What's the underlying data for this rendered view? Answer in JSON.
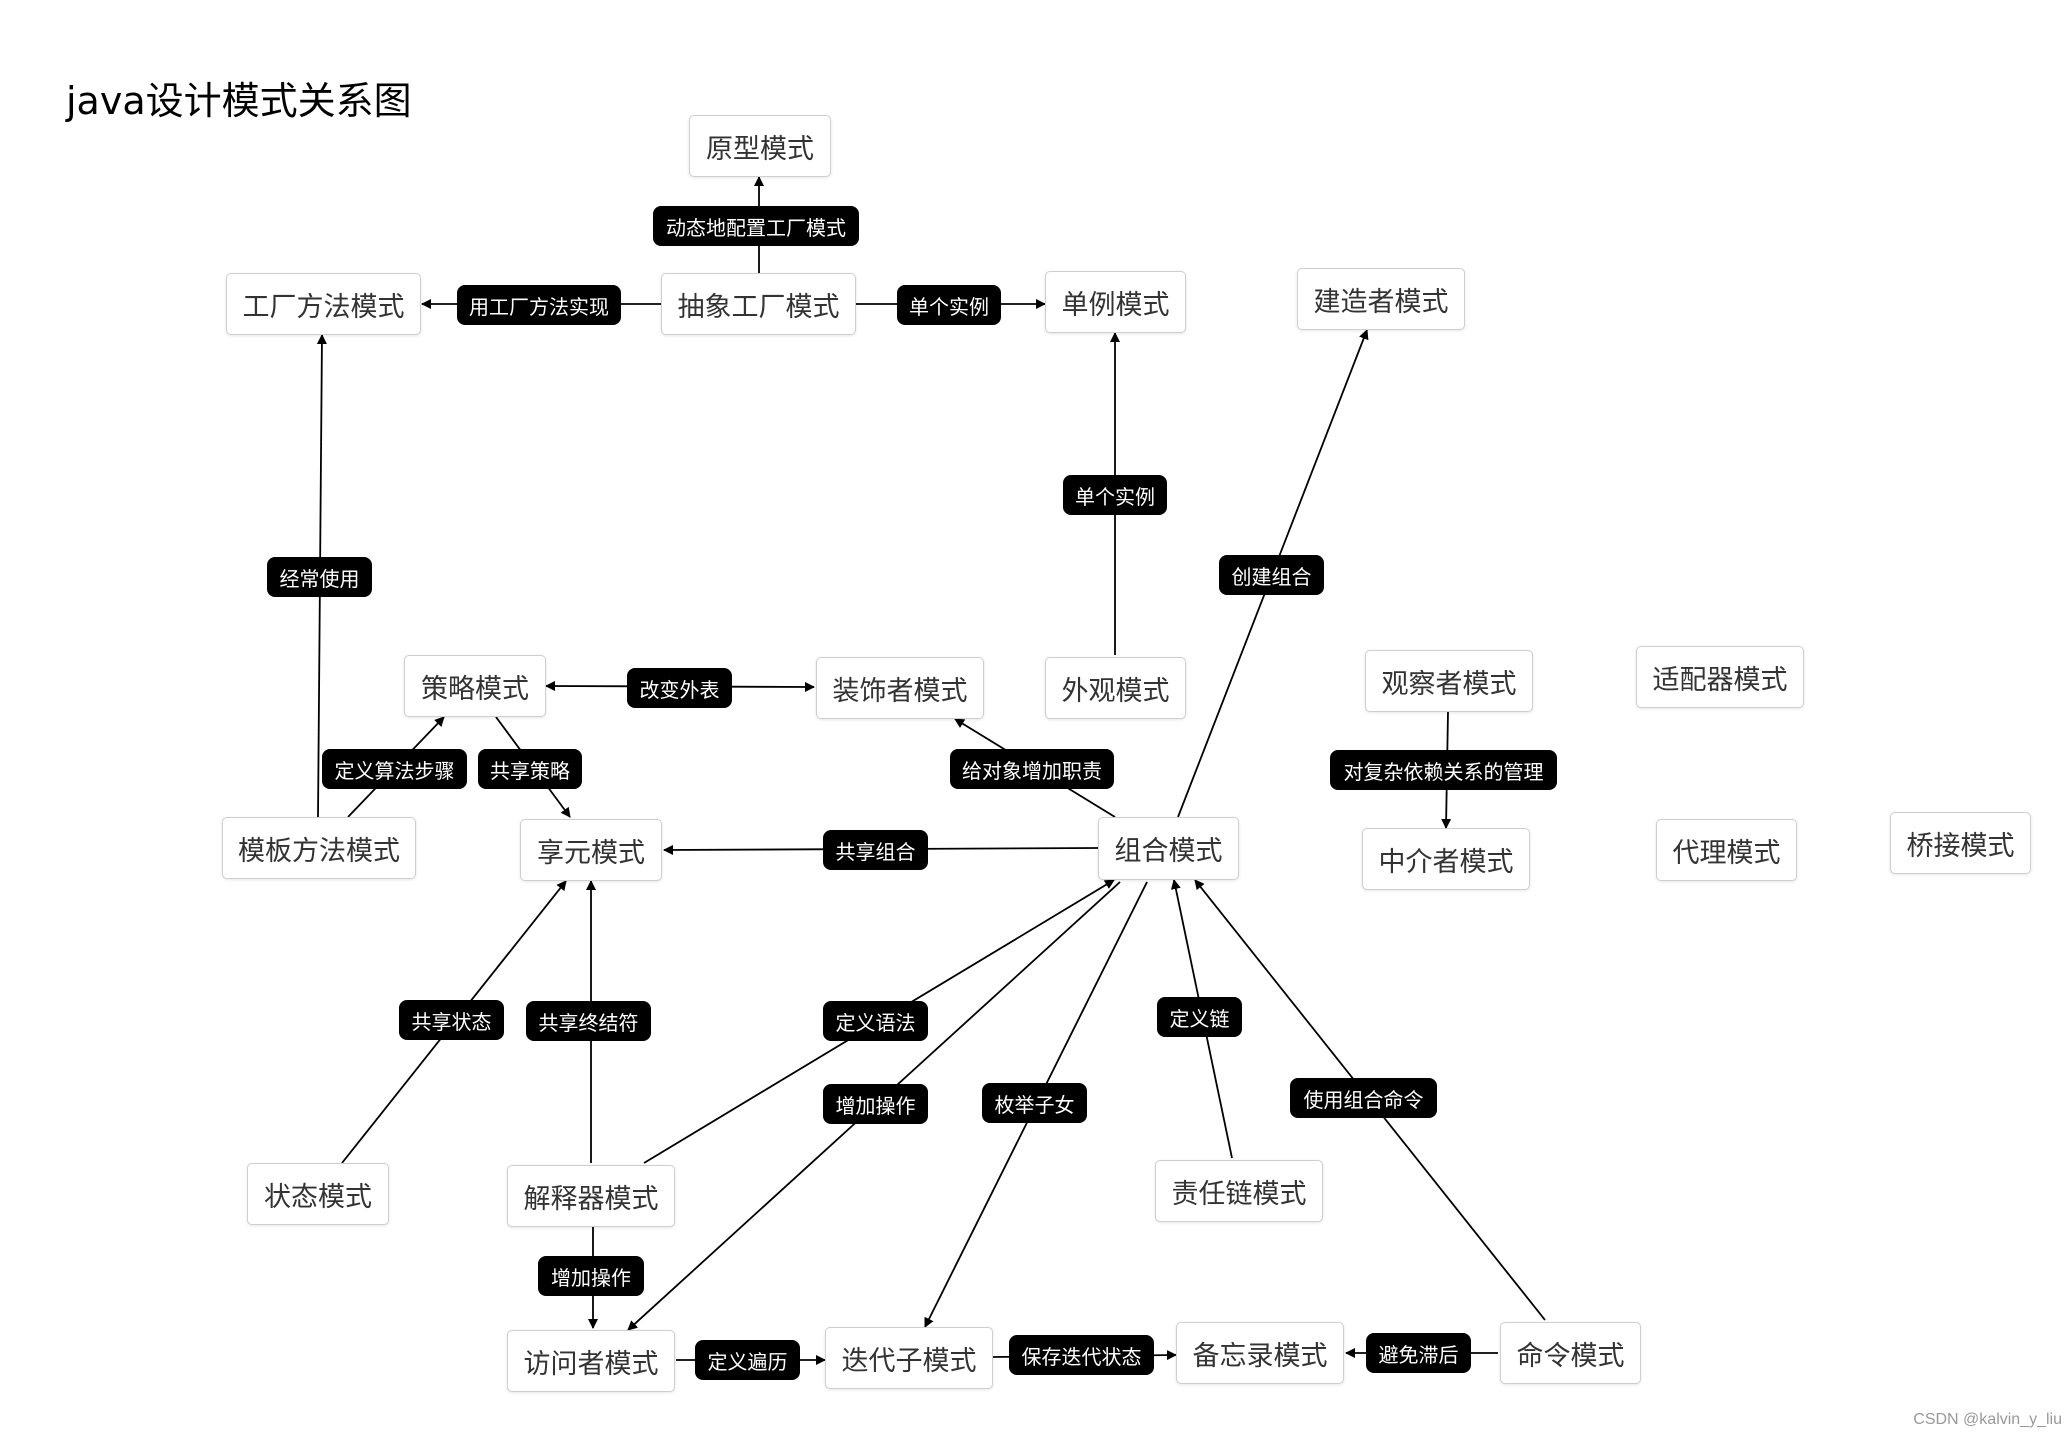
{
  "title": "java设计模式关系图",
  "watermark": "CSDN @kalvin_y_liu",
  "colors": {
    "edge": "#000000",
    "label_bg": "#000000",
    "label_text": "#ffffff",
    "node_border": "#cfcfcf",
    "node_text": "#333333"
  },
  "nodes": {
    "prototype": "原型模式",
    "factory_method": "工厂方法模式",
    "abstract_factory": "抽象工厂模式",
    "singleton": "单例模式",
    "builder": "建造者模式",
    "strategy": "策略模式",
    "decorator": "装饰者模式",
    "facade": "外观模式",
    "observer": "观察者模式",
    "adapter": "适配器模式",
    "template_method": "模板方法模式",
    "flyweight": "享元模式",
    "composite": "组合模式",
    "mediator": "中介者模式",
    "proxy": "代理模式",
    "bridge": "桥接模式",
    "state": "状态模式",
    "interpreter": "解释器模式",
    "chain_of_responsibility": "责任链模式",
    "visitor": "访问者模式",
    "iterator": "迭代子模式",
    "memento": "备忘录模式",
    "command": "命令模式"
  },
  "edges": [
    {
      "id": "abstract-factory-to-prototype",
      "from": "abstract_factory",
      "to": "prototype",
      "label": "动态地配置工厂模式"
    },
    {
      "id": "abstract-factory-to-factory-method",
      "from": "abstract_factory",
      "to": "factory_method",
      "label": "用工厂方法实现"
    },
    {
      "id": "abstract-factory-to-singleton",
      "from": "abstract_factory",
      "to": "singleton",
      "label": "单个实例"
    },
    {
      "id": "facade-to-singleton",
      "from": "facade",
      "to": "singleton",
      "label": "单个实例"
    },
    {
      "id": "composite-to-builder",
      "from": "composite",
      "to": "builder",
      "label": "创建组合"
    },
    {
      "id": "template-to-factory-method",
      "from": "template_method",
      "to": "factory_method",
      "label": "经常使用"
    },
    {
      "id": "strategy-decorator",
      "from": "strategy",
      "to": "decorator",
      "label": "改变外表",
      "bidirectional": true
    },
    {
      "id": "template-to-strategy",
      "from": "template_method",
      "to": "strategy",
      "label": "定义算法步骤"
    },
    {
      "id": "strategy-to-flyweight",
      "from": "strategy",
      "to": "flyweight",
      "label": "共享策略"
    },
    {
      "id": "composite-to-decorator",
      "from": "composite",
      "to": "decorator",
      "label": "给对象增加职责"
    },
    {
      "id": "composite-to-flyweight",
      "from": "composite",
      "to": "flyweight",
      "label": "共享组合"
    },
    {
      "id": "observer-to-mediator",
      "from": "observer",
      "to": "mediator",
      "label": "对复杂依赖关系的管理"
    },
    {
      "id": "state-to-flyweight",
      "from": "state",
      "to": "flyweight",
      "label": "共享状态"
    },
    {
      "id": "interpreter-to-flyweight",
      "from": "interpreter",
      "to": "flyweight",
      "label": "共享终结符"
    },
    {
      "id": "interpreter-to-composite",
      "from": "interpreter",
      "to": "composite",
      "label": "定义语法"
    },
    {
      "id": "composite-to-visitor",
      "from": "composite",
      "to": "visitor",
      "label": "增加操作"
    },
    {
      "id": "composite-to-iterator",
      "from": "composite",
      "to": "iterator",
      "label": "枚举子女"
    },
    {
      "id": "chain-to-composite",
      "from": "chain_of_responsibility",
      "to": "composite",
      "label": "定义链"
    },
    {
      "id": "command-to-composite",
      "from": "command",
      "to": "composite",
      "label": "使用组合命令"
    },
    {
      "id": "interpreter-to-visitor",
      "from": "interpreter",
      "to": "visitor",
      "label": "增加操作"
    },
    {
      "id": "visitor-to-iterator",
      "from": "visitor",
      "to": "iterator",
      "label": "定义遍历"
    },
    {
      "id": "iterator-to-memento",
      "from": "iterator",
      "to": "memento",
      "label": "保存迭代状态"
    },
    {
      "id": "command-to-memento",
      "from": "command",
      "to": "memento",
      "label": "避免滞后"
    }
  ]
}
